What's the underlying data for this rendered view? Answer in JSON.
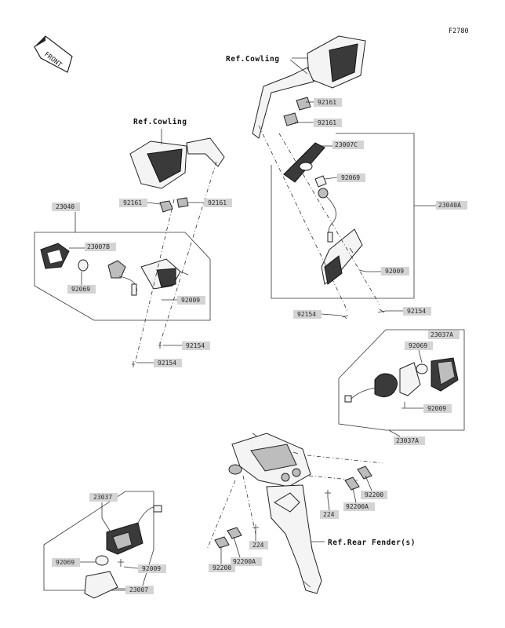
{
  "figure_id": "F2780",
  "front_label": "FRONT",
  "refs": {
    "cowling_top": "Ref.Cowling",
    "cowling_left": "Ref.Cowling",
    "rear_fender": "Ref.Rear Fender(s)"
  },
  "parts": {
    "p_92161_a": "92161",
    "p_92161_b": "92161",
    "p_23007C": "23007C",
    "p_92069_a": "92069",
    "p_23040A": "23040A",
    "p_92009_a": "92009",
    "p_92154_a": "92154",
    "p_92154_b": "92154",
    "p_92161_c": "92161",
    "p_92161_d": "92161",
    "p_23040": "23040",
    "p_23007B": "23007B",
    "p_92069_b": "92069",
    "p_92009_b": "92009",
    "p_92154_c": "92154",
    "p_92154_d": "92154",
    "p_23037A": "23037A",
    "p_92069_c": "92069",
    "p_92009_c": "92009",
    "p_23037A_b": "23037A",
    "p_92200": "92200",
    "p_92200A": "92200A",
    "p_224_a": "224",
    "p_23037": "23037",
    "p_224_b": "224",
    "p_92200A_b": "92200A",
    "p_92200_b": "92200",
    "p_92069_d": "92069",
    "p_92009_d": "92009",
    "p_23007": "23007"
  }
}
